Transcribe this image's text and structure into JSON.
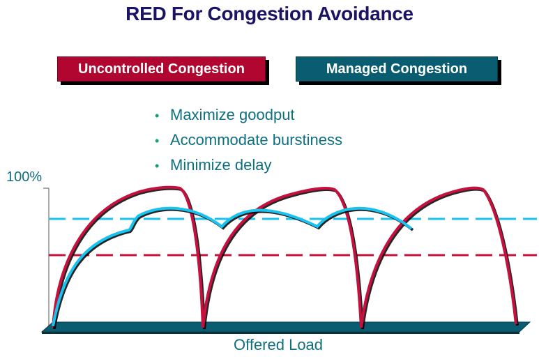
{
  "title": "RED For Congestion Avoidance",
  "legend": {
    "uncontrolled": "Uncontrolled Congestion",
    "managed": "Managed Congestion"
  },
  "bullets": [
    "Maximize goodput",
    "Accommodate burstiness",
    "Minimize delay"
  ],
  "axis": {
    "y_label": "100%",
    "x_label": "Offered Load"
  },
  "colors": {
    "title": "#1b1464",
    "uncontrolled": "#c8103e",
    "managed": "#19c3f0",
    "axis_bar": "#0a5d70",
    "text": "#0e6f80",
    "bullet_dot": "#13a36a"
  }
}
